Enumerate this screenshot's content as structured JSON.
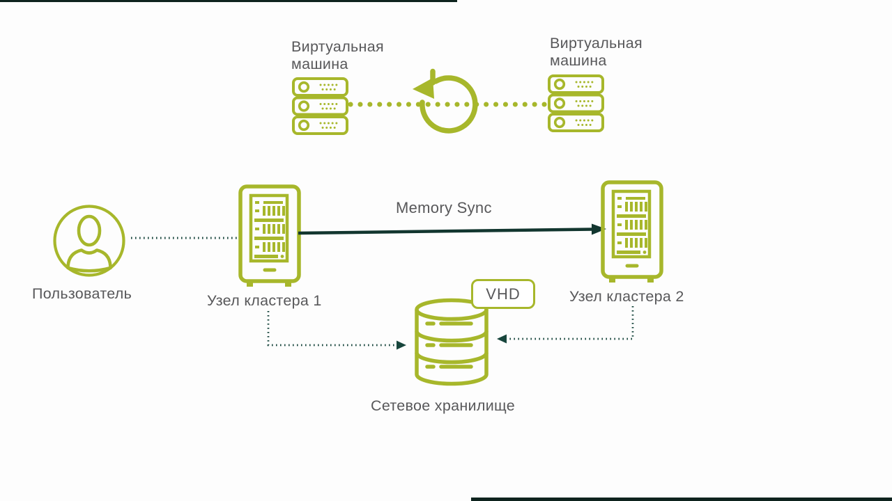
{
  "colors": {
    "accent_green": "#a7b72b",
    "dotted_connector_teal": "#17453c",
    "solid_arrow_teal": "#12362f",
    "label_gray": "#58585a",
    "edge_bar_dark": "#0e231e",
    "background": "#fdfdfd"
  },
  "top_row": {
    "vm_left": {
      "label": "Виртуальная машина",
      "icon": "server-stack-icon"
    },
    "sync_icon": "circular-sync-arrow-icon",
    "vm_right": {
      "label": "Виртуальная машина",
      "icon": "server-stack-icon"
    }
  },
  "middle_row": {
    "user": {
      "label": "Пользователь",
      "icon": "user-avatar-icon"
    },
    "node1": {
      "label": "Узел кластера 1",
      "icon": "server-rack-icon"
    },
    "memory_sync": {
      "label": "Memory Sync",
      "arrow": "solid-arrow-right-icon"
    },
    "node2": {
      "label": "Узел кластера 2",
      "icon": "server-rack-icon"
    }
  },
  "storage_row": {
    "storage": {
      "label": "Сетевое хранилище",
      "icon": "database-cylinder-icon",
      "badge": "VHD"
    }
  }
}
